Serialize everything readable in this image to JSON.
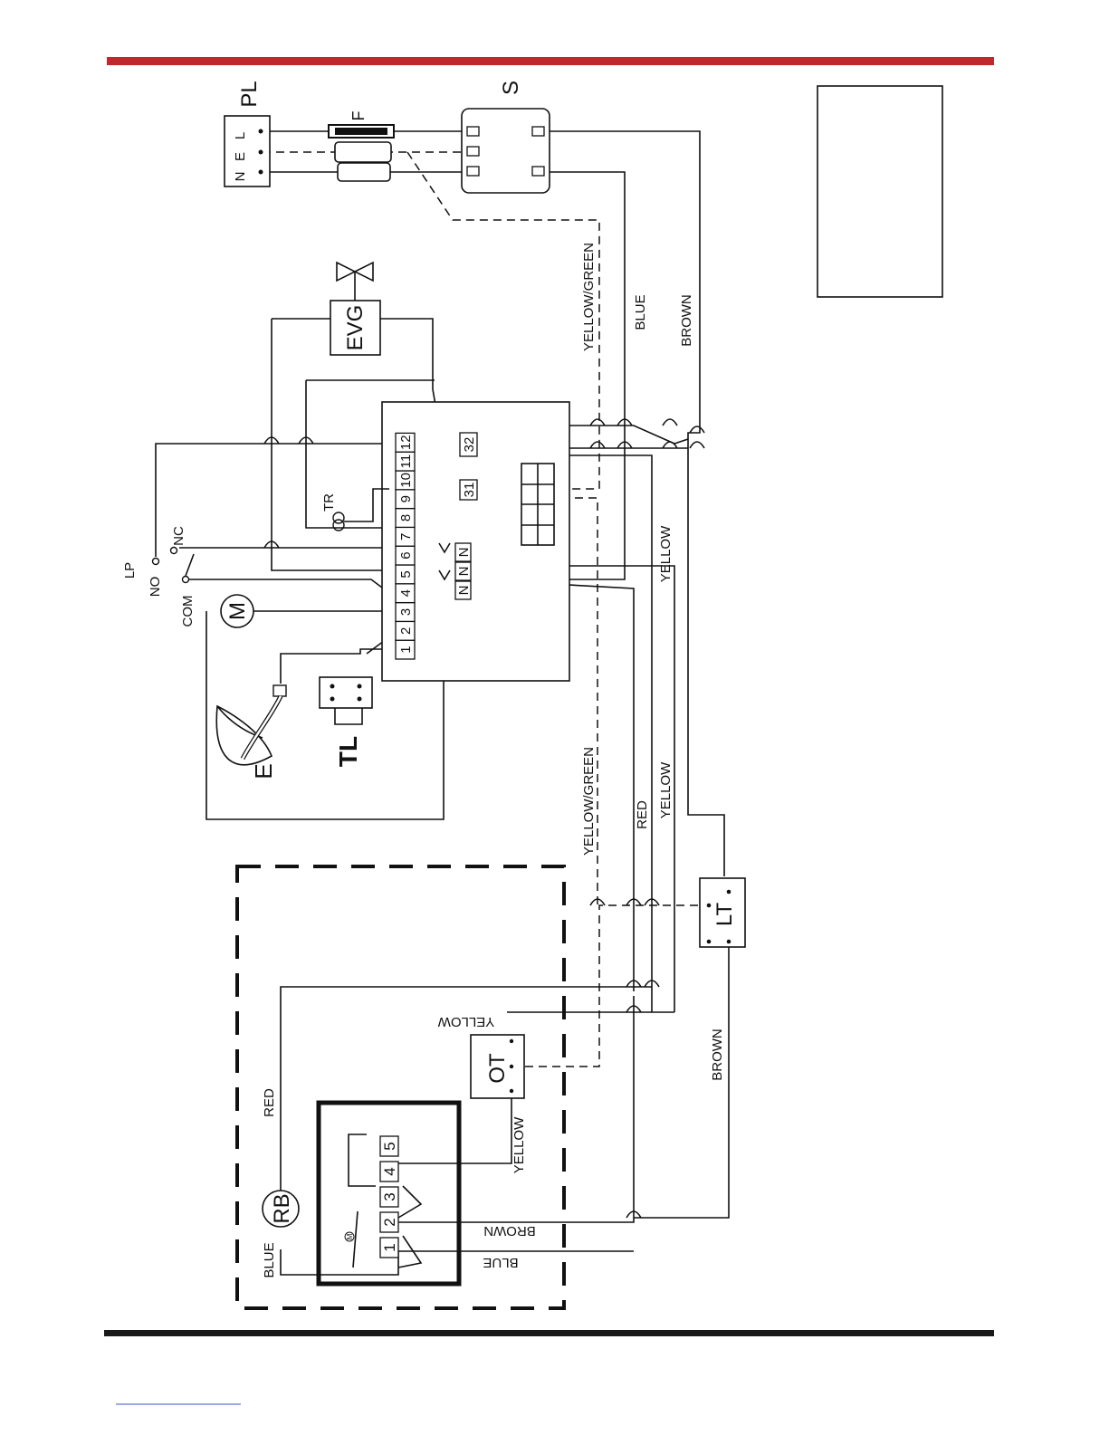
{
  "colors": {
    "top_rule": "#c1272d",
    "bottom_rule": "#1a1a1a",
    "ink": "#111111"
  },
  "components": {
    "PL": "PL",
    "F": "F",
    "S": "S",
    "EVG": "EVG",
    "TR": "TR",
    "LP": "LP",
    "NO": "NO",
    "NC": "NC",
    "COM": "COM",
    "M": "M",
    "E": "E",
    "TL": "TL",
    "LT": "LT",
    "OT": "OT",
    "RB": "RB",
    "M_small": "M"
  },
  "plug_pins": [
    "N",
    "E",
    "L"
  ],
  "terminal_strip": [
    "1",
    "2",
    "3",
    "4",
    "5",
    "6",
    "7",
    "8",
    "9",
    "10",
    "11",
    "12"
  ],
  "neutral_terminals": [
    "N",
    "N",
    "N"
  ],
  "aux_terminals": [
    "31",
    "32"
  ],
  "timer_terminals": [
    "1",
    "2",
    "3",
    "4",
    "5"
  ],
  "wire_labels": {
    "yg_top": "YELLOW/GREEN",
    "blue_top": "BLUE",
    "brown_top": "BROWN",
    "yellow_mid": "YELLOW",
    "yg_mid": "YELLOW/GREEN",
    "red_mid": "RED",
    "yellow_mid2": "YELLOW",
    "yellow_ot_top": "YELLOW",
    "yellow_ot_bottom": "YELLOW",
    "red_rb": "RED",
    "blue_rb": "BLUE",
    "brown_bottom": "BROWN",
    "brown_lt": "BROWN",
    "blue_bottom": "BLUE"
  }
}
